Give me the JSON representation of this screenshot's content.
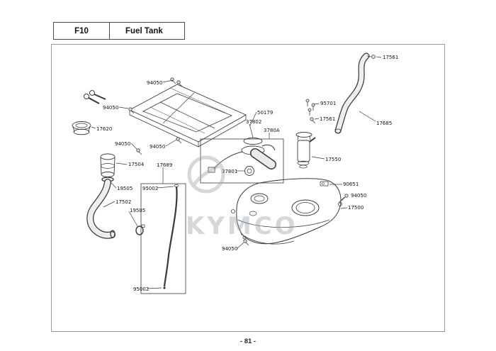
{
  "header": {
    "code": "F10",
    "title": "Fuel Tank"
  },
  "footer": {
    "page_number": "- 81 -"
  },
  "watermark": {
    "brand": "KYMCO"
  },
  "colors": {
    "line": "#3a3a3a",
    "fill_light": "#eceeef",
    "watermark": "#9aa4ac"
  },
  "diagram": {
    "labels": [
      {
        "id": "17561-top",
        "part": "17561"
      },
      {
        "id": "95701",
        "part": "95701"
      },
      {
        "id": "94050-top",
        "part": "94050"
      },
      {
        "id": "94050-upper-left",
        "part": "94050"
      },
      {
        "id": "17620",
        "part": "17620"
      },
      {
        "id": "50179",
        "part": "50179"
      },
      {
        "id": "37802",
        "part": "37802"
      },
      {
        "id": "3780A",
        "part": "3780A"
      },
      {
        "id": "17561-mid",
        "part": "17561"
      },
      {
        "id": "17685",
        "part": "17685"
      },
      {
        "id": "94050-mid-left",
        "part": "94050"
      },
      {
        "id": "94050-mid",
        "part": "94050"
      },
      {
        "id": "17504",
        "part": "17504"
      },
      {
        "id": "17689",
        "part": "17689"
      },
      {
        "id": "37801",
        "part": "37801"
      },
      {
        "id": "17550",
        "part": "17550"
      },
      {
        "id": "19505-upper",
        "part": "19505"
      },
      {
        "id": "95002-upper",
        "part": "95002"
      },
      {
        "id": "90651",
        "part": "90651"
      },
      {
        "id": "94050-right",
        "part": "94050"
      },
      {
        "id": "17502",
        "part": "17502"
      },
      {
        "id": "19505-lower",
        "part": "19505"
      },
      {
        "id": "17500",
        "part": "17500"
      },
      {
        "id": "94050-bottom",
        "part": "94050"
      },
      {
        "id": "95002-lower",
        "part": "95002"
      }
    ]
  }
}
